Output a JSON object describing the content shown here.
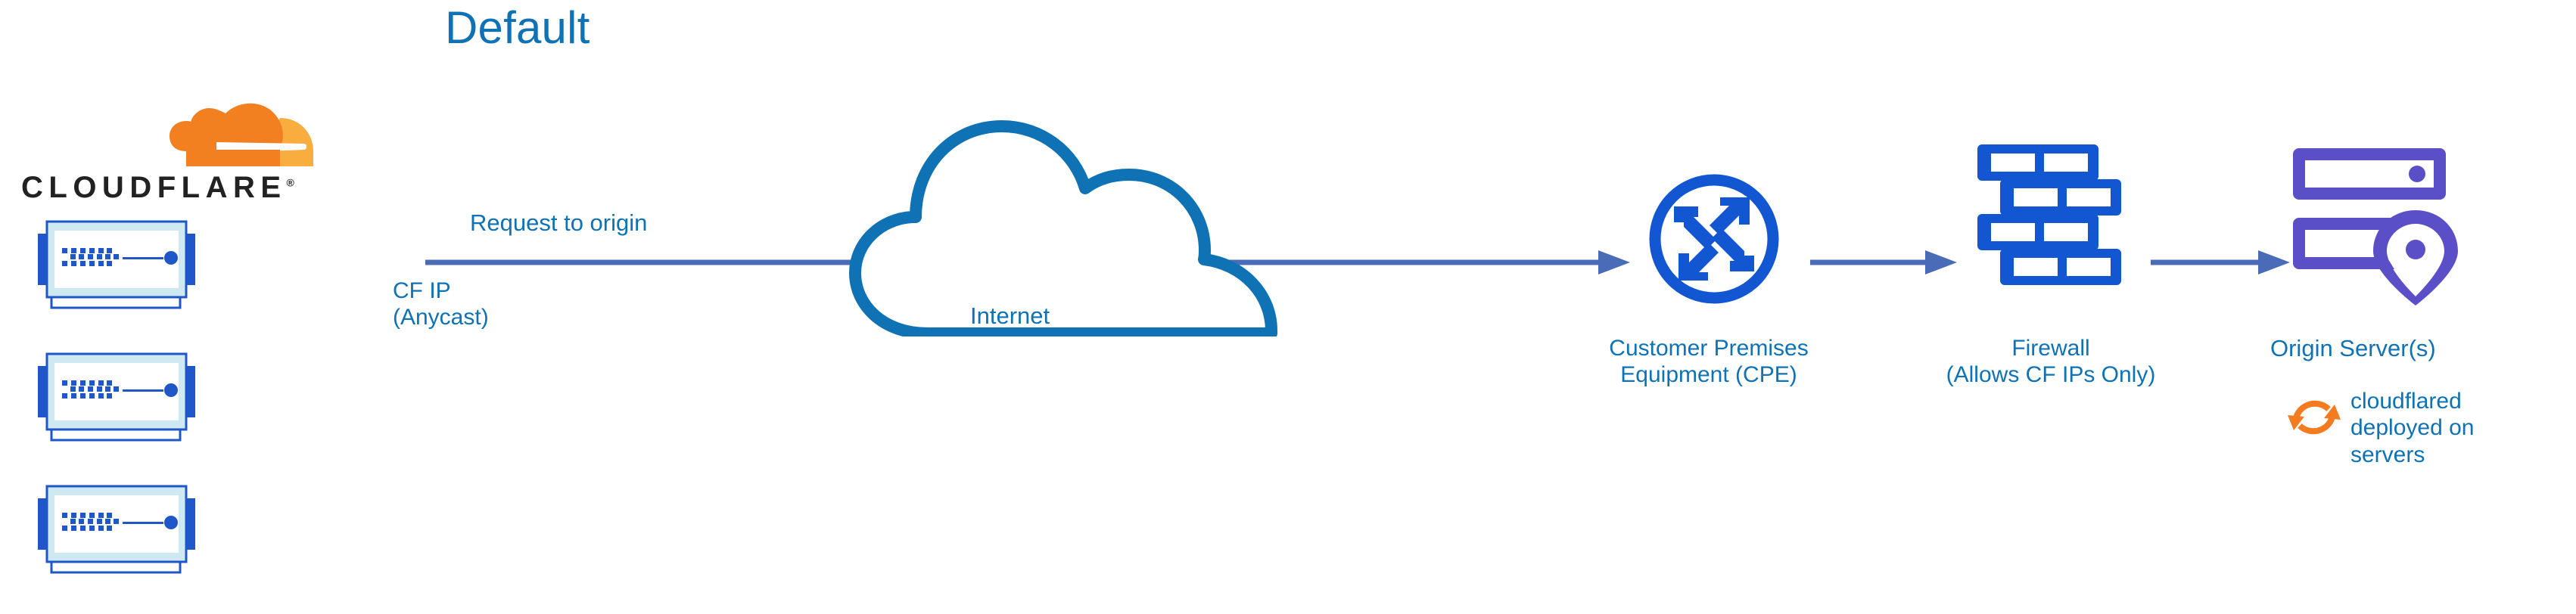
{
  "diagram": {
    "title": "Default",
    "title_color": "#0e72b4",
    "background": "#ffffff"
  },
  "brand": {
    "name": "CLOUDFLARE",
    "trademark": "®",
    "logo_icon": "cloudflare-cloud-logo",
    "orange_primary": "#f38020",
    "orange_secondary": "#faad3f",
    "wordmark_color": "#222222"
  },
  "nodes": {
    "cloudflare_edge": {
      "icon": "server-rack-icon",
      "count": 3,
      "frame_color": "#1f57c9",
      "inner_color": "#cfe9f2",
      "accent_color": "#1f57c9"
    },
    "internet": {
      "label": "Internet",
      "icon": "cloud-icon",
      "color": "#0e72b4"
    },
    "cpe": {
      "label_line1": "Customer Premises",
      "label_line2": "Equipment (CPE)",
      "icon": "router-four-arrows-icon",
      "color": "#1257d1"
    },
    "firewall": {
      "label_line1": "Firewall",
      "label_line2": "(Allows CF IPs Only)",
      "icon": "brick-wall-icon",
      "color": "#1257d1"
    },
    "origin": {
      "label": "Origin Server(s)",
      "icon": "server-with-location-pin-icon",
      "color": "#5b4fc7"
    },
    "cloudflared": {
      "label_line1": "cloudflared",
      "label_line2": "deployed on",
      "label_line3": "servers",
      "icon": "sync-arrows-icon",
      "icon_color": "#f47b20",
      "text_color": "#0e72b4"
    }
  },
  "labels": {
    "request_to_origin": "Request to origin",
    "cf_ip_line1": "CF IP",
    "cf_ip_line2": "(Anycast)"
  },
  "connectors": {
    "color": "#4a6cb8",
    "edge_to_cpe": "Request to origin",
    "cpe_to_firewall": "",
    "firewall_to_origin": ""
  }
}
